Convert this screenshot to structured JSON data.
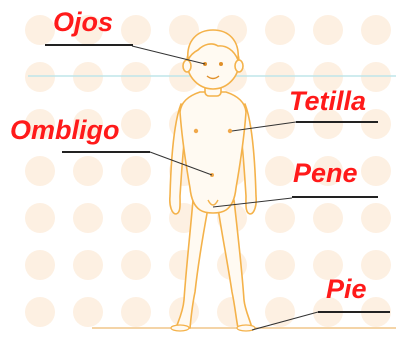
{
  "diagram": {
    "labels": [
      {
        "key": "eyes",
        "text": "Ojos"
      },
      {
        "key": "nipple",
        "text": "Tetilla"
      },
      {
        "key": "navel",
        "text": "Ombligo"
      },
      {
        "key": "penis",
        "text": "Pene"
      },
      {
        "key": "foot",
        "text": "Pie"
      }
    ]
  },
  "colors": {
    "label_text": "#ff1a1a",
    "figure_outline": "#f4b24a",
    "figure_fill": "#fffaf2",
    "dots": "#fdf0e2",
    "leader_line": "#333333",
    "ground_line": "#f0c58a",
    "guide_line": "#bfe6ea"
  }
}
